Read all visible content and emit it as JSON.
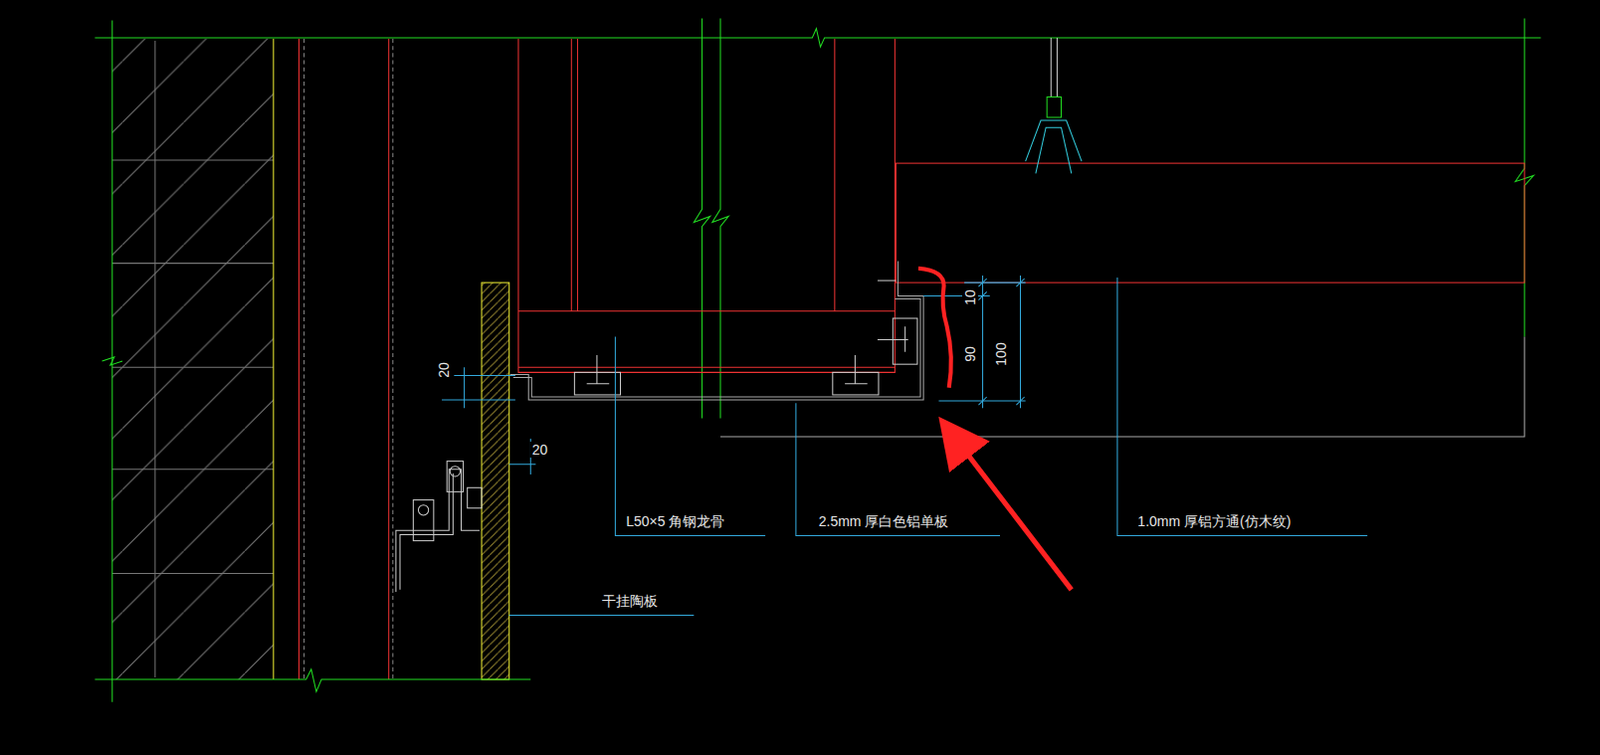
{
  "diagram": {
    "labels": [
      "20",
      "20",
      "10",
      "90",
      "100",
      "L50×5 角钢龙骨",
      "2.5mm 厚白色铝单板",
      "1.0mm 厚铝方通(仿木纹)",
      "干挂陶板"
    ]
  }
}
